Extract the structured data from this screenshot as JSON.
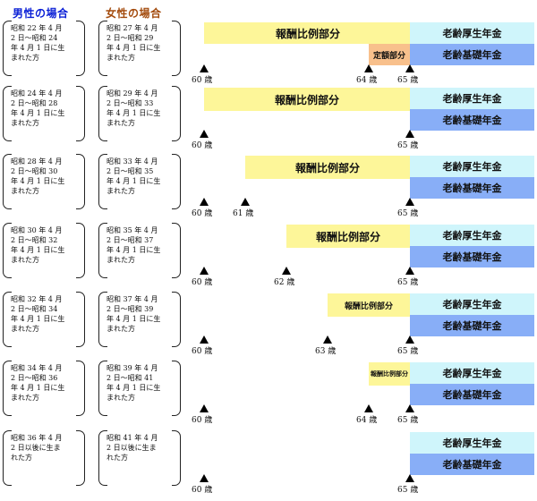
{
  "headers": {
    "male": "男性の場合",
    "female": "女性の場合"
  },
  "labels": {
    "proportional": "報酬比例部分",
    "fixed": "定額部分",
    "kousei": "老齢厚生年金",
    "kiso": "老齢基礎年金"
  },
  "colors": {
    "proportional": "#fdf699",
    "fixed": "#f8c08c",
    "kousei": "#cff5fb",
    "kiso": "#88aef7",
    "male_header": "#0a1fd6",
    "female_header": "#a34b0d"
  },
  "rows": [
    {
      "male": "昭和 22 年 4 月\n2 日～昭和 24\n年 4 月 1 日に生\nまれた方",
      "female": "昭和 27 年 4 月\n2 日～昭和 29\n年 4 月 1 日に生\nまれた方",
      "proportional_start_age": 60,
      "fixed_start_age": 64,
      "ages": [
        "60 歳",
        "64 歳",
        "65 歳"
      ]
    },
    {
      "male": "昭和 24 年 4 月\n2 日～昭和 28\n年 4 月 1 日に生\nまれた方",
      "female": "昭和 29 年 4 月\n2 日～昭和 33\n年 4 月 1 日に生\nまれた方",
      "proportional_start_age": 60,
      "ages": [
        "60 歳",
        "65 歳"
      ]
    },
    {
      "male": "昭和 28 年 4 月\n2 日～昭和 30\n年 4 月 1 日に生\nまれた方",
      "female": "昭和 33 年 4 月\n2 日～昭和 35\n年 4 月 1 日に生\nまれた方",
      "proportional_start_age": 61,
      "ages": [
        "60 歳",
        "61 歳",
        "65 歳"
      ]
    },
    {
      "male": "昭和 30 年 4 月\n2 日～昭和 32\n年 4 月 1 日に生\nまれた方",
      "female": "昭和 35 年 4 月\n2 日～昭和 37\n年 4 月 1 日に生\nまれた方",
      "proportional_start_age": 62,
      "ages": [
        "60 歳",
        "62 歳",
        "65 歳"
      ]
    },
    {
      "male": "昭和 32 年 4 月\n2 日～昭和 34\n年 4 月 1 日に生\nまれた方",
      "female": "昭和 37 年 4 月\n2 日～昭和 39\n年 4 月 1 日に生\nまれた方",
      "proportional_start_age": 63,
      "ages": [
        "60 歳",
        "63 歳",
        "65 歳"
      ]
    },
    {
      "male": "昭和 34 年 4 月\n2 日～昭和 36\n年 4 月 1 日に生\nまれた方",
      "female": "昭和 39 年 4 月\n2 日～昭和 41\n年 4 月 1 日に生\nまれた方",
      "proportional_start_age": 64,
      "ages": [
        "60 歳",
        "64 歳",
        "65 歳"
      ]
    },
    {
      "male": "昭和 36 年 4 月\n2 日以後に生ま\nれた方",
      "female": "昭和 41 年 4 月\n2 日以後に生ま\nれた方",
      "ages": [
        "60 歳",
        "65 歳"
      ]
    }
  ]
}
